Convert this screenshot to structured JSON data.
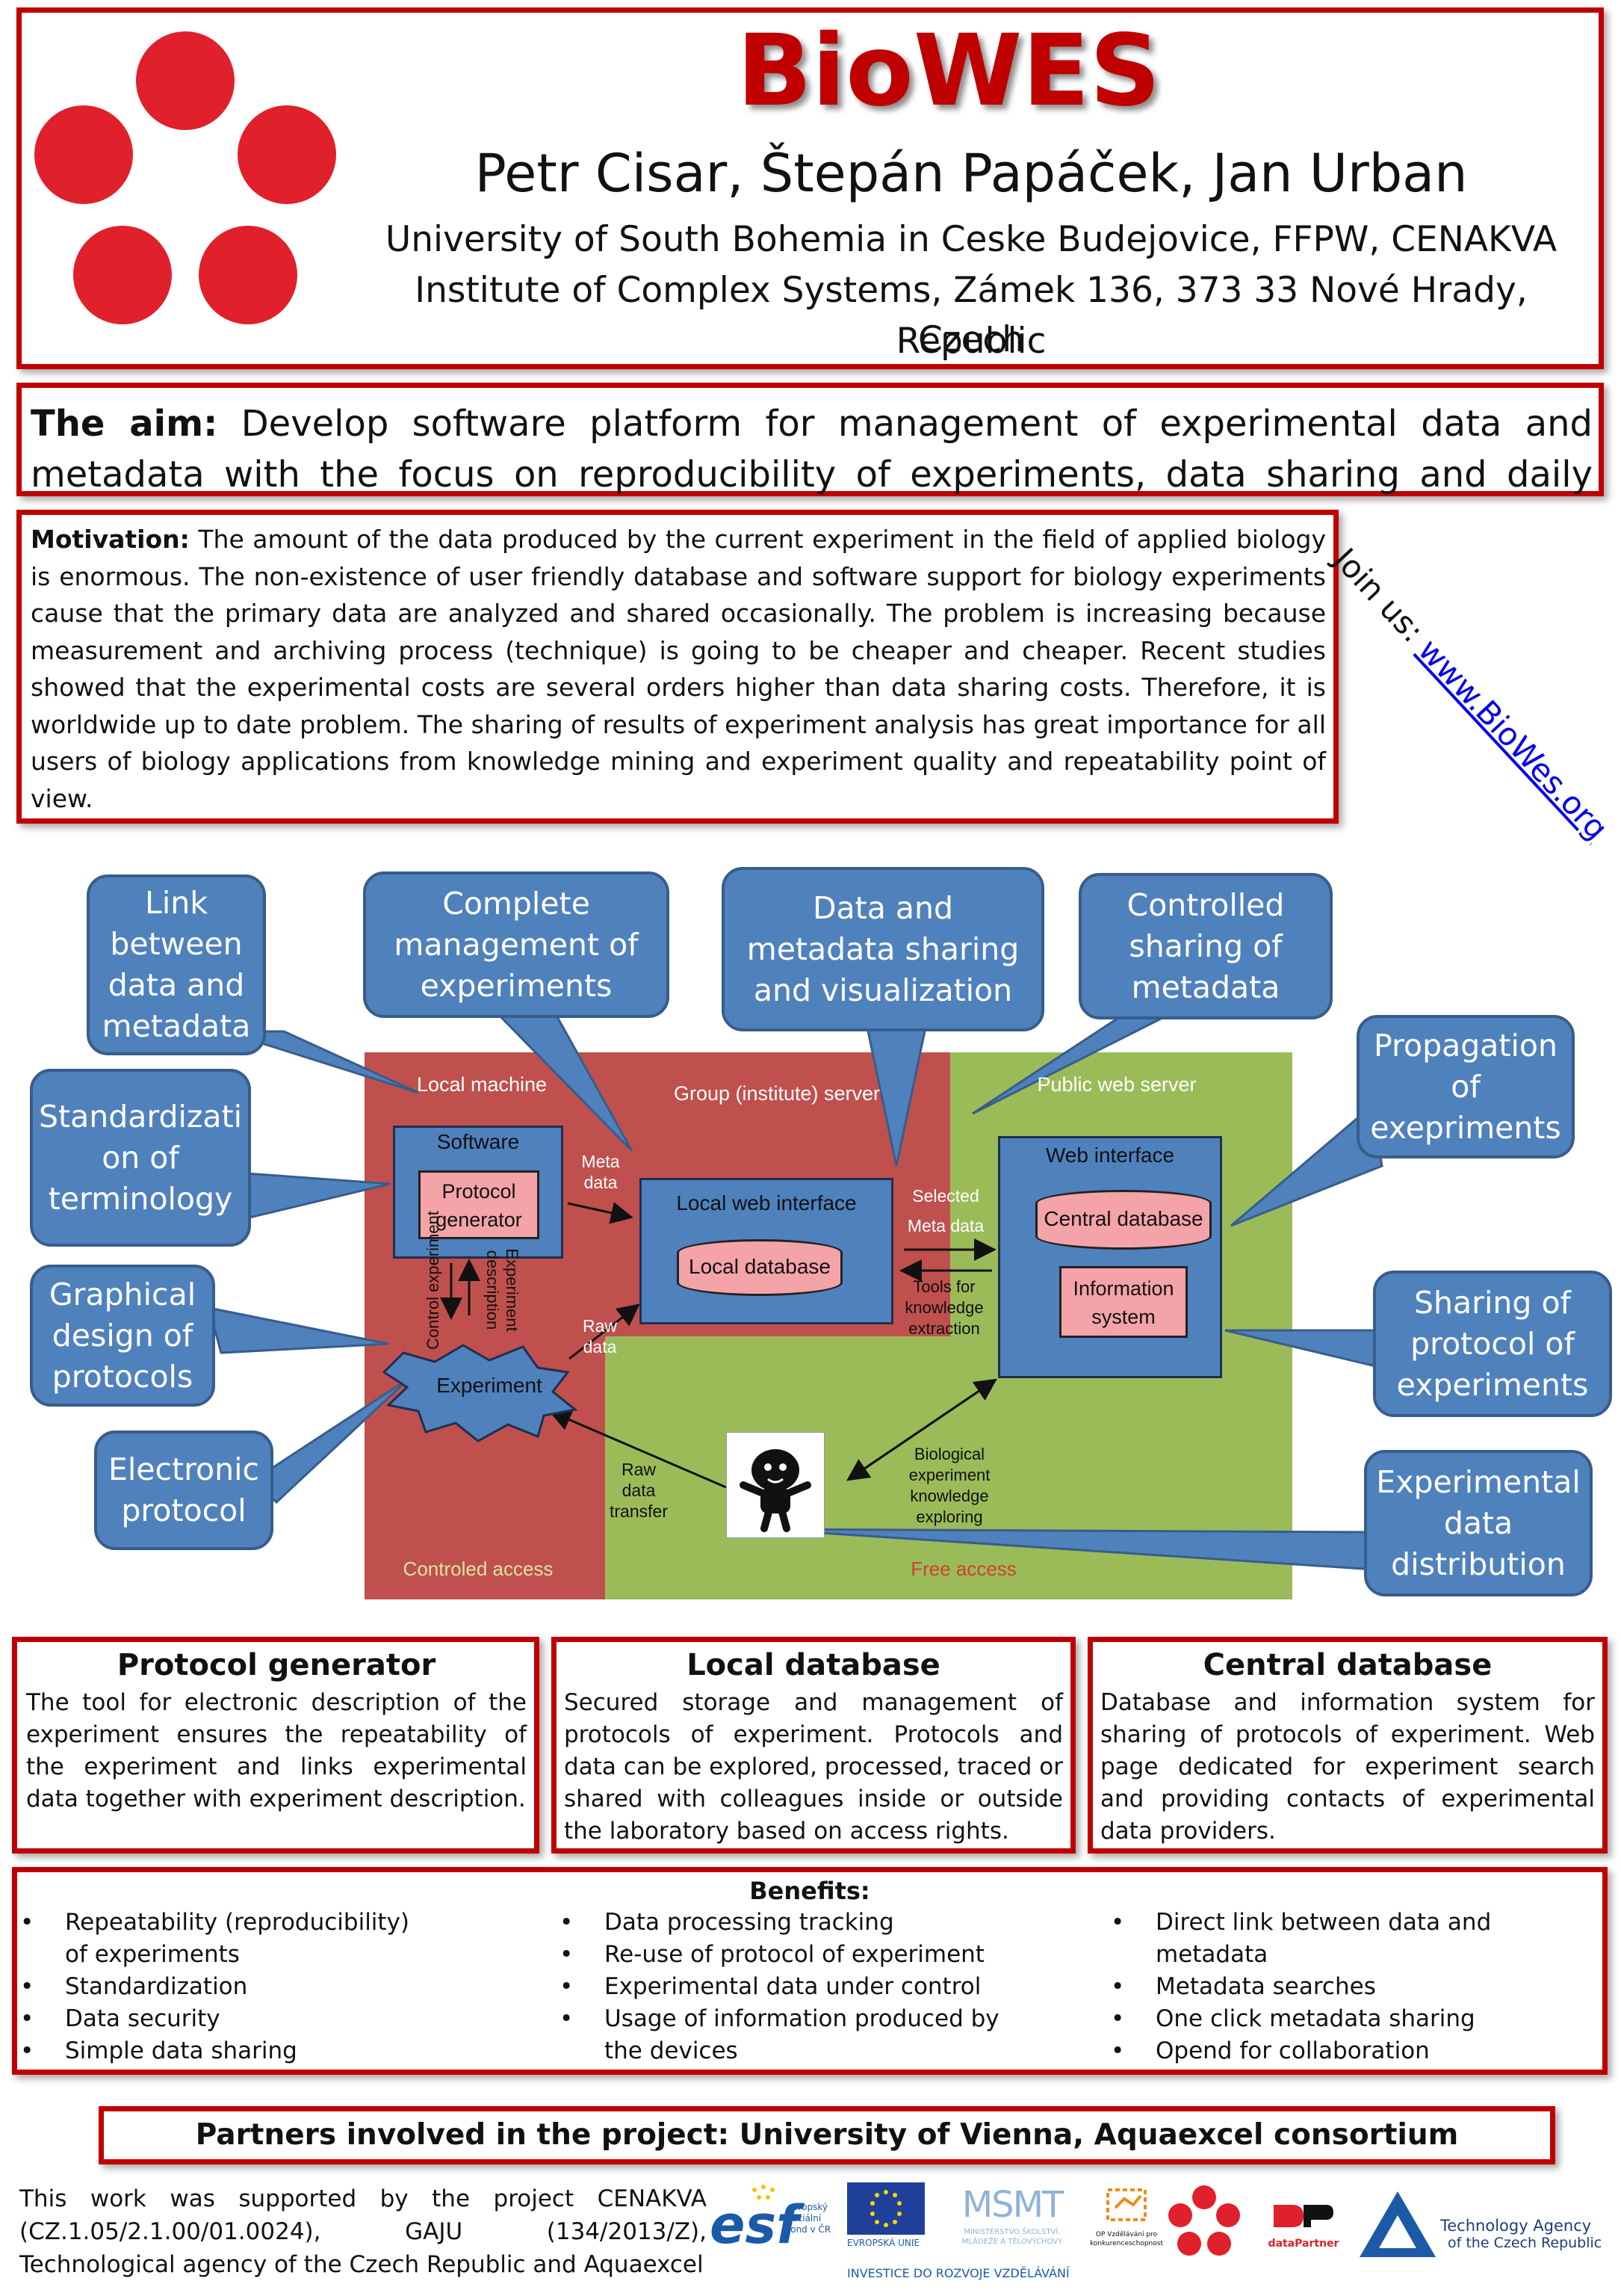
{
  "header": {
    "title": "BioWES",
    "authors": "Petr Cisar, Štepán Papáček, Jan Urban",
    "affiliation1": "University of South Bohemia in Ceske Budejovice, FFPW, CENAKVA",
    "affiliation2": "Institute of Complex Systems, Zámek 136, 373 33 Nové Hrady, Czech",
    "affiliation3": "Republic",
    "logo_color": "#e0202a"
  },
  "aim": {
    "label": "The aim:",
    "text": " Develop software platform for management of experimental data and metadata with the focus on reproducibility of experiments, data sharing and daily usage."
  },
  "motivation": {
    "label": "Motivation:",
    "text": " The amount of the data produced by the current experiment in the field of applied biology is enormous. The non-existence of user friendly database and software support for biology experiments cause that the primary data are analyzed and shared occasionally. The problem is increasing because measurement and archiving process (technique) is going to be cheaper and cheaper. Recent studies showed that the experimental costs are several orders higher than data sharing costs. Therefore, it is worldwide up to date problem. The sharing of results of experiment analysis has great importance for all users of biology applications from knowledge mining and experiment quality and repeatability point of view."
  },
  "join": {
    "prefix": "Join us: ",
    "link": "www.BioWes.org"
  },
  "callouts": {
    "link_data": "Link between data and metadata",
    "complete_mgmt": "Complete management of experiments",
    "data_sharing": "Data and metadata sharing and visualization",
    "controlled_sharing": "Controlled sharing of metadata",
    "propagation": "Propagation of exepriments",
    "standardization_1": "Standardizati",
    "standardization_2": "on of",
    "standardization_3": "terminology",
    "graphical": "Graphical design of protocols",
    "sharing_protocol": "Sharing of protocol of experiments",
    "electronic": "Electronic protocol",
    "distribution": "Experimental data distribution"
  },
  "diagram": {
    "local_machine": "Local machine",
    "group_server": "Group (institute) server",
    "public_server": "Public web server",
    "software": "Software",
    "protocol_generator": "Protocol generator",
    "meta_data": "Meta data",
    "local_web_interface": "Local web interface",
    "local_database": "Local database",
    "selected_meta": "Selected Meta data",
    "tools": "Tools for knowledge extraction",
    "web_interface": "Web interface",
    "central_database": "Central database",
    "information_system": "Information system",
    "control_experiment": "Control experiment",
    "experiment_description": "Experiment description",
    "raw_data": "Raw data",
    "experiment": "Experiment",
    "raw_data_transfer": "Raw data transfer",
    "bio_knowledge": "Biological experiment knowledge exploring",
    "controled_access": "Controled access",
    "free_access": "Free access",
    "red_zone_color": "#c0504d",
    "green_zone_color": "#9bbb59"
  },
  "panels": {
    "protocol_generator": {
      "title": "Protocol generator",
      "text": "The tool for electronic description of the experiment ensures the repeatability of the experiment and links experimental data together with experiment description."
    },
    "local_database": {
      "title": "Local database",
      "text": "Secured storage and management of protocols of experiment. Protocols and data can be explored, processed, traced or shared with colleagues inside or outside the laboratory based on access rights."
    },
    "central_database": {
      "title": "Central database",
      "text": "Database and information system for sharing of protocols of experiment. Web page dedicated for experiment search and providing contacts of experimental data providers."
    }
  },
  "benefits": {
    "title": "Benefits:",
    "col1": [
      "Repeatability (reproducibility) of experiments",
      "Standardization",
      "Data security",
      "Simple data sharing"
    ],
    "col2": [
      "Data processing tracking",
      "Re-use of  protocol  of experiment",
      "Experimental data under control",
      "Usage of information produced by the devices"
    ],
    "col3": [
      "Direct link between data and metadata",
      "Metadata searches",
      "One click metadata sharing",
      "Opend for collaboration"
    ]
  },
  "partners": "Partners involved in the project: University of Vienna, Aquaexcel consortium",
  "footer": {
    "support": "This work was supported by the project CENAKVA (CZ.1.05/2.1.00/01.0024), GAJU (134/2013/Z), Technological agency of the Czech Republic  and Aquaexcel",
    "esf": "esf",
    "esf_sub": "evropský sociální fond v ČR",
    "eu": "EVROPSKÁ UNIE",
    "msmt": "MSMT",
    "msmt_sub": "MINISTERSTVO ŠKOLSTVÍ, MLÁDEŽE A TĚLOVÝCHOVY",
    "op": "OP Vzdělávání pro konkurenceschopnost",
    "invest": "INVESTICE DO ROZVOJE VZDĚLÁVÁNÍ",
    "datapartner": "dataPartner",
    "tacr1": "Technology Agency",
    "tacr2": "of the Czech Republic"
  }
}
